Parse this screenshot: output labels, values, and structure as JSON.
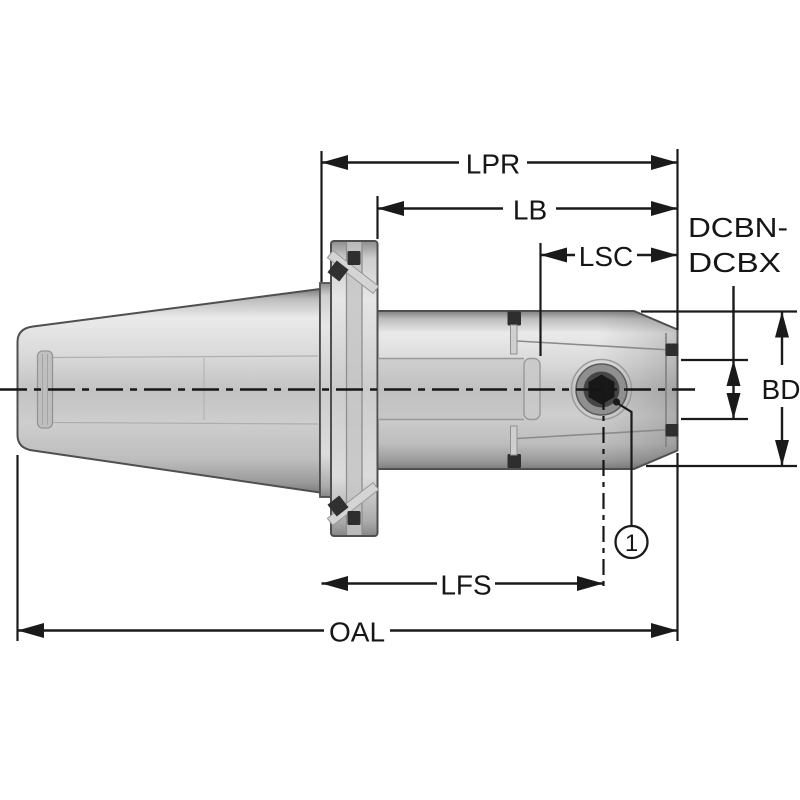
{
  "drawing": {
    "labels": {
      "lpr": "LPR",
      "lb": "LB",
      "lsc": "LSC",
      "dcbn_line1": "DCBN-",
      "dcbn_line2": "DCBX",
      "bd": "BD",
      "lfs": "LFS",
      "oal": "OAL"
    },
    "callout": {
      "id": "1"
    },
    "colors": {
      "background": "#ffffff",
      "dimension_line": "#1a1a1a",
      "part_outline": "#4f4f4f",
      "metal_light": "#e9e9e9",
      "metal_mid": "#c4c4c4",
      "metal_dark": "#828282",
      "slot_dark": "#2e2e2e"
    }
  }
}
